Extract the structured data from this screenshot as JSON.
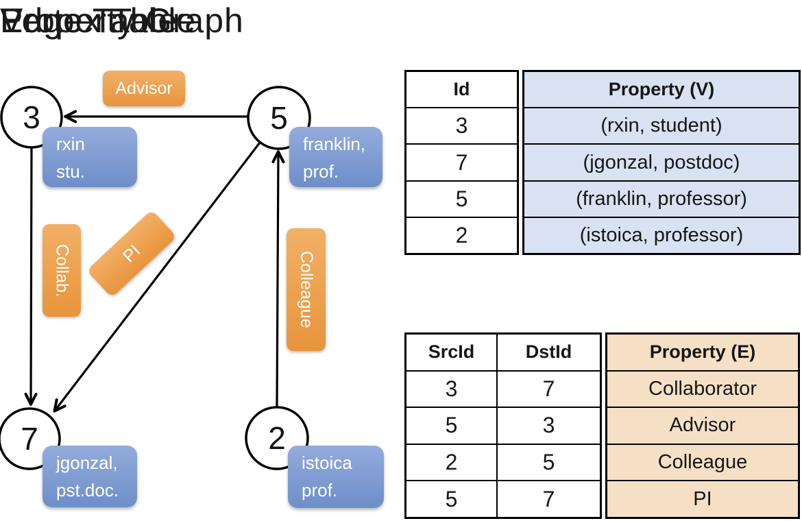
{
  "colors": {
    "edge_label_orange_top": "#F2B066",
    "edge_label_orange_bottom": "#E8943C",
    "vertex_label_blue_top": "#94ABDC",
    "vertex_label_blue_bottom": "#6E8EC9",
    "vertex_table_cell_bg": "#D9E2F3",
    "edge_table_cell_bg": "#F6E0C5",
    "line_color": "#000000",
    "label_text": "#FFFFFF",
    "title_text": "#1A1A1A"
  },
  "graph": {
    "title": "Property Graph",
    "nodes": {
      "n3": "3",
      "n5": "5",
      "n7": "7",
      "n2": "2"
    },
    "vertex_labels": {
      "v3": {
        "line1": "rxin",
        "line2": "stu."
      },
      "v5": {
        "line1": "franklin,",
        "line2": "prof."
      },
      "v7": {
        "line1": "jgonzal,",
        "line2": "pst.doc."
      },
      "v2": {
        "line1": "istoica",
        "line2": "prof."
      }
    },
    "edge_labels": {
      "advisor": "Advisor",
      "collab": "Collab.",
      "pi": "PI",
      "colleague": "Colleague"
    }
  },
  "vertex_table": {
    "title": "Vertex Table",
    "id_header": "Id",
    "property_header": "Property (V)",
    "rows": [
      {
        "id": "3",
        "property": "(rxin, student)"
      },
      {
        "id": "7",
        "property": "(jgonzal, postdoc)"
      },
      {
        "id": "5",
        "property": "(franklin, professor)"
      },
      {
        "id": "2",
        "property": "(istoica, professor)"
      }
    ]
  },
  "edge_table": {
    "title": "Edge Table",
    "src_header": "SrcId",
    "dst_header": "DstId",
    "property_header": "Property (E)",
    "rows": [
      {
        "src": "3",
        "dst": "7",
        "property": "Collaborator"
      },
      {
        "src": "5",
        "dst": "3",
        "property": "Advisor"
      },
      {
        "src": "2",
        "dst": "5",
        "property": "Colleague"
      },
      {
        "src": "5",
        "dst": "7",
        "property": "PI"
      }
    ]
  }
}
